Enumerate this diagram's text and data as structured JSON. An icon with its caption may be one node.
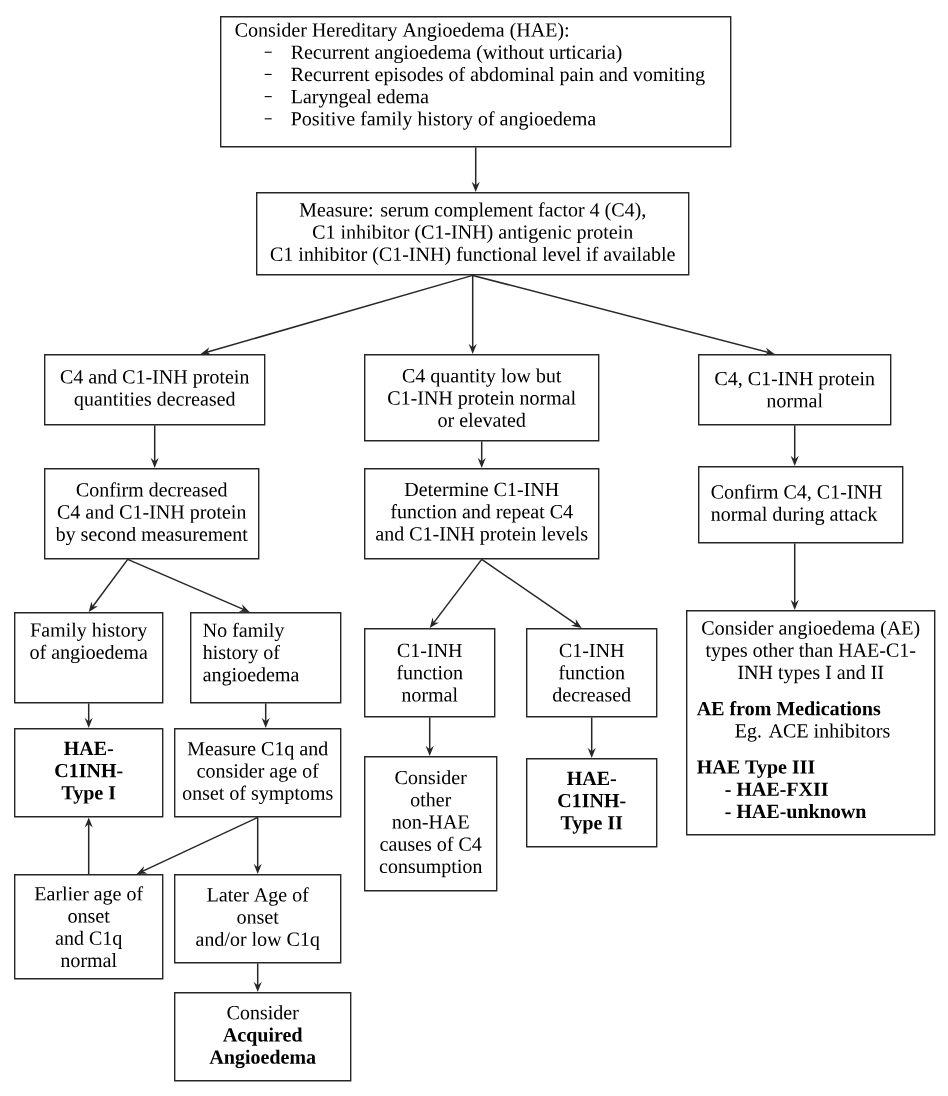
{
  "diagram": {
    "nodes": [
      {
        "text": [
          "Consider Hereditary Angioedema (HAE):",
          "Recurrent angioedema (without urticaria)",
          "Recurrent episodes of abdominal pain and vomiting",
          "Laryngeal edema",
          "Positive family history of angioedema"
        ]
      },
      {
        "text": [
          "Measure: serum complement factor 4 (C4), C1 inhibitor (C1-INH) antigenic protein C1 inhibitor (C1-INH) functional level if available"
        ]
      },
      {
        "text": [
          "C4 and C1-INH protein quantities decreased"
        ]
      },
      {
        "text": [
          "C4 quantity low but C1-INH protein normal or elevated"
        ]
      },
      {
        "text": [
          "C4, C1-INH protein normal"
        ]
      },
      {
        "text": [
          "Confirm decreased C4 and C1-INH protein by second measurement"
        ]
      },
      {
        "text": [
          "Determine C1-INH function and repeat C4 and C1-INH protein levels"
        ]
      },
      {
        "text": [
          "Confirm C4, C1-INH normal during attack"
        ]
      },
      {
        "text": [
          "Family history of angioedema"
        ]
      },
      {
        "text": [
          "No family history of angioedema"
        ]
      },
      {
        "text": [
          "C1-INH function normal"
        ]
      },
      {
        "text": [
          "C1-INH function decreased"
        ]
      },
      {
        "text": [
          "Consider angioedema (AE) types other than HAE-C1-INH types I and II",
          "AE from Medications",
          "Eg. ACE inhibitors",
          "HAE Type III",
          "- HAE-FXII",
          "- HAE-unknown"
        ]
      },
      {
        "text": [
          "HAE-C1INH-Type I"
        ]
      },
      {
        "text": [
          "Measure C1q and consider age of onset of symptoms"
        ]
      },
      {
        "text": [
          "Consider other non-HAE causes of C4 consumption"
        ]
      },
      {
        "text": [
          "HAE-C1INH-Type II"
        ]
      },
      {
        "text": [
          "Earlier age of onset and C1q normal"
        ]
      },
      {
        "text": [
          "Later Age of onset and/or low C1q"
        ]
      },
      {
        "text": [
          "Consider **Acquired Angioedema**"
        ]
      }
    ],
    "edges": [
      {
        "from": 0,
        "to": 1,
        "arrow": "to"
      },
      {
        "from": 1,
        "to": 2,
        "arrow": "to"
      },
      {
        "from": 1,
        "to": 3,
        "arrow": "to"
      },
      {
        "from": 1,
        "to": 4,
        "arrow": "to"
      },
      {
        "from": 2,
        "to": 5,
        "arrow": "to"
      },
      {
        "from": 3,
        "to": 6,
        "arrow": "to"
      },
      {
        "from": 4,
        "to": 7,
        "arrow": "to"
      },
      {
        "from": 5,
        "to": 8,
        "arrow": "to"
      },
      {
        "from": 5,
        "to": 9,
        "arrow": "to"
      },
      {
        "from": 6,
        "to": 10,
        "arrow": "to"
      },
      {
        "from": 6,
        "to": 11,
        "arrow": "to"
      },
      {
        "from": 7,
        "to": 12,
        "arrow": "to"
      },
      {
        "from": 8,
        "to": 13,
        "arrow": "to"
      },
      {
        "from": 9,
        "to": 14,
        "arrow": "to"
      },
      {
        "from": 10,
        "to": 15,
        "arrow": "to"
      },
      {
        "from": 11,
        "to": 16,
        "arrow": "to"
      },
      {
        "from": 14,
        "to": 17,
        "arrow": "to"
      },
      {
        "from": 14,
        "to": 18,
        "arrow": "to"
      },
      {
        "from": 17,
        "to": 13,
        "arrow": "to"
      },
      {
        "from": 18,
        "to": 19,
        "arrow": "to"
      }
    ]
  }
}
